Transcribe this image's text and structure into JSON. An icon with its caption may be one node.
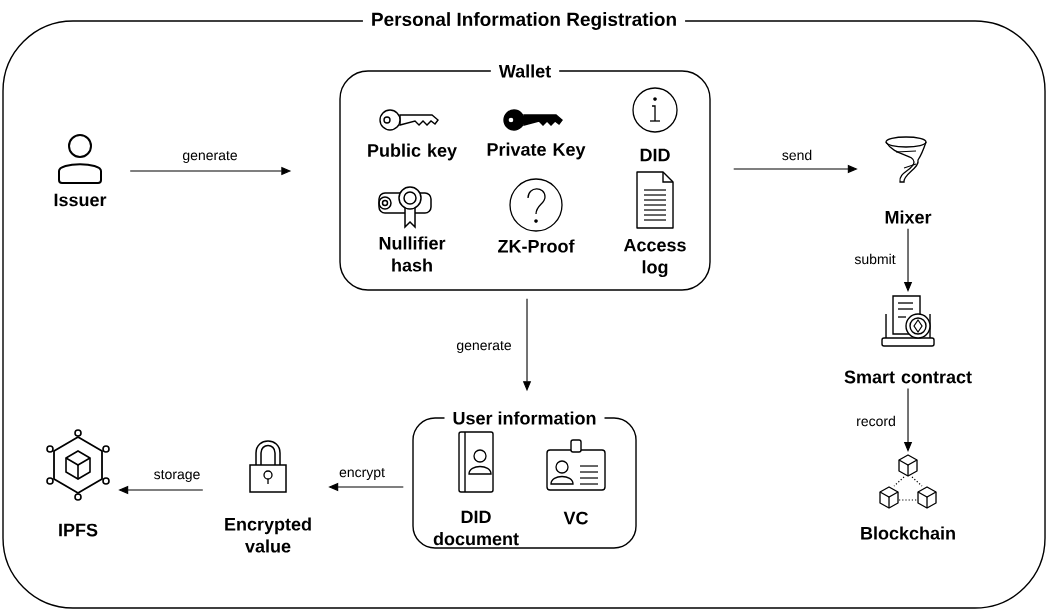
{
  "diagram": {
    "nodes": [
      {
        "text": [
          "Personal Information Registration"
        ]
      },
      {
        "text": [
          "Issuer"
        ],
        "in": 0
      },
      {
        "text": [
          "Wallet"
        ],
        "in": 0
      },
      {
        "text": [
          "Public key"
        ],
        "in": 2
      },
      {
        "text": [
          "Private Key"
        ],
        "in": 2
      },
      {
        "text": [
          "DID"
        ],
        "in": 2
      },
      {
        "text": [
          "Nullifier hash"
        ],
        "in": 2
      },
      {
        "text": [
          "ZK-Proof"
        ],
        "in": 2
      },
      {
        "text": [
          "Access log"
        ],
        "in": 2
      },
      {
        "text": [
          "Mixer"
        ],
        "in": 0
      },
      {
        "text": [
          "Smart contract"
        ],
        "in": 0
      },
      {
        "text": [
          "Blockchain"
        ],
        "in": 0
      },
      {
        "text": [
          "User information"
        ],
        "in": 0
      },
      {
        "text": [
          "DID document"
        ],
        "in": 12
      },
      {
        "text": [
          "VC"
        ],
        "in": 12
      },
      {
        "text": [
          "Encrypted value"
        ],
        "in": 0
      },
      {
        "text": [
          "IPFS"
        ],
        "in": 0
      }
    ],
    "edges": [
      {
        "from": 1,
        "to": 2,
        "arrow": "to",
        "label": "generate"
      },
      {
        "from": 2,
        "to": 9,
        "arrow": "to",
        "label": "send"
      },
      {
        "from": 9,
        "to": 10,
        "arrow": "to",
        "label": "submit"
      },
      {
        "from": 10,
        "to": 11,
        "arrow": "to",
        "label": "record"
      },
      {
        "from": 2,
        "to": 12,
        "arrow": "to",
        "label": "generate"
      },
      {
        "from": 12,
        "to": 15,
        "arrow": "to",
        "label": "encrypt"
      },
      {
        "from": 15,
        "to": 16,
        "arrow": "to",
        "label": "storage"
      }
    ]
  }
}
